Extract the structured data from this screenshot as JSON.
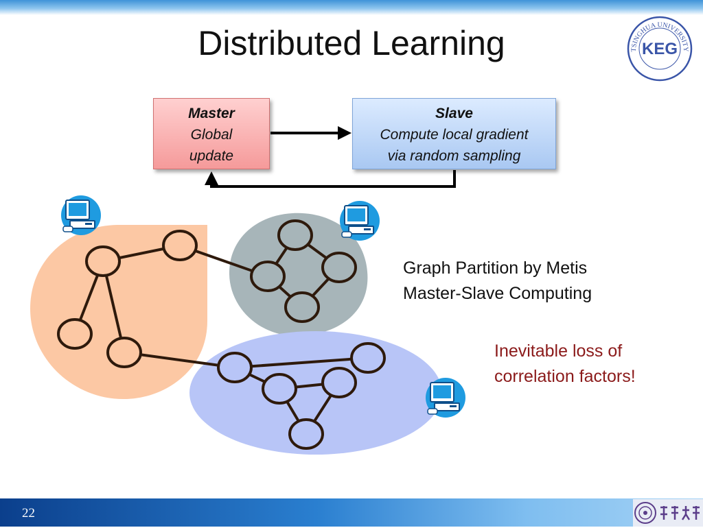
{
  "slide": {
    "title": "Distributed Learning",
    "page_number": "22"
  },
  "master": {
    "title": "Master",
    "line1": "Global",
    "line2": "update"
  },
  "slave": {
    "title": "Slave",
    "line1": "Compute local gradient",
    "line2": "via random sampling"
  },
  "notes": {
    "partition_line1": "Graph Partition by Metis",
    "partition_line2": "Master-Slave Computing",
    "loss_line1": "Inevitable loss of",
    "loss_line2": "correlation factors!"
  },
  "logo": {
    "keg": "KEG",
    "arc_text": "TSINGHUA UNIVERSITY"
  },
  "colors": {
    "partition_orange": "#fcc8a4",
    "partition_gray": "#a7b5b9",
    "partition_blue": "#b8c5f7",
    "node_stroke": "#2e1a0c",
    "warning_text": "#8b1a1a"
  }
}
